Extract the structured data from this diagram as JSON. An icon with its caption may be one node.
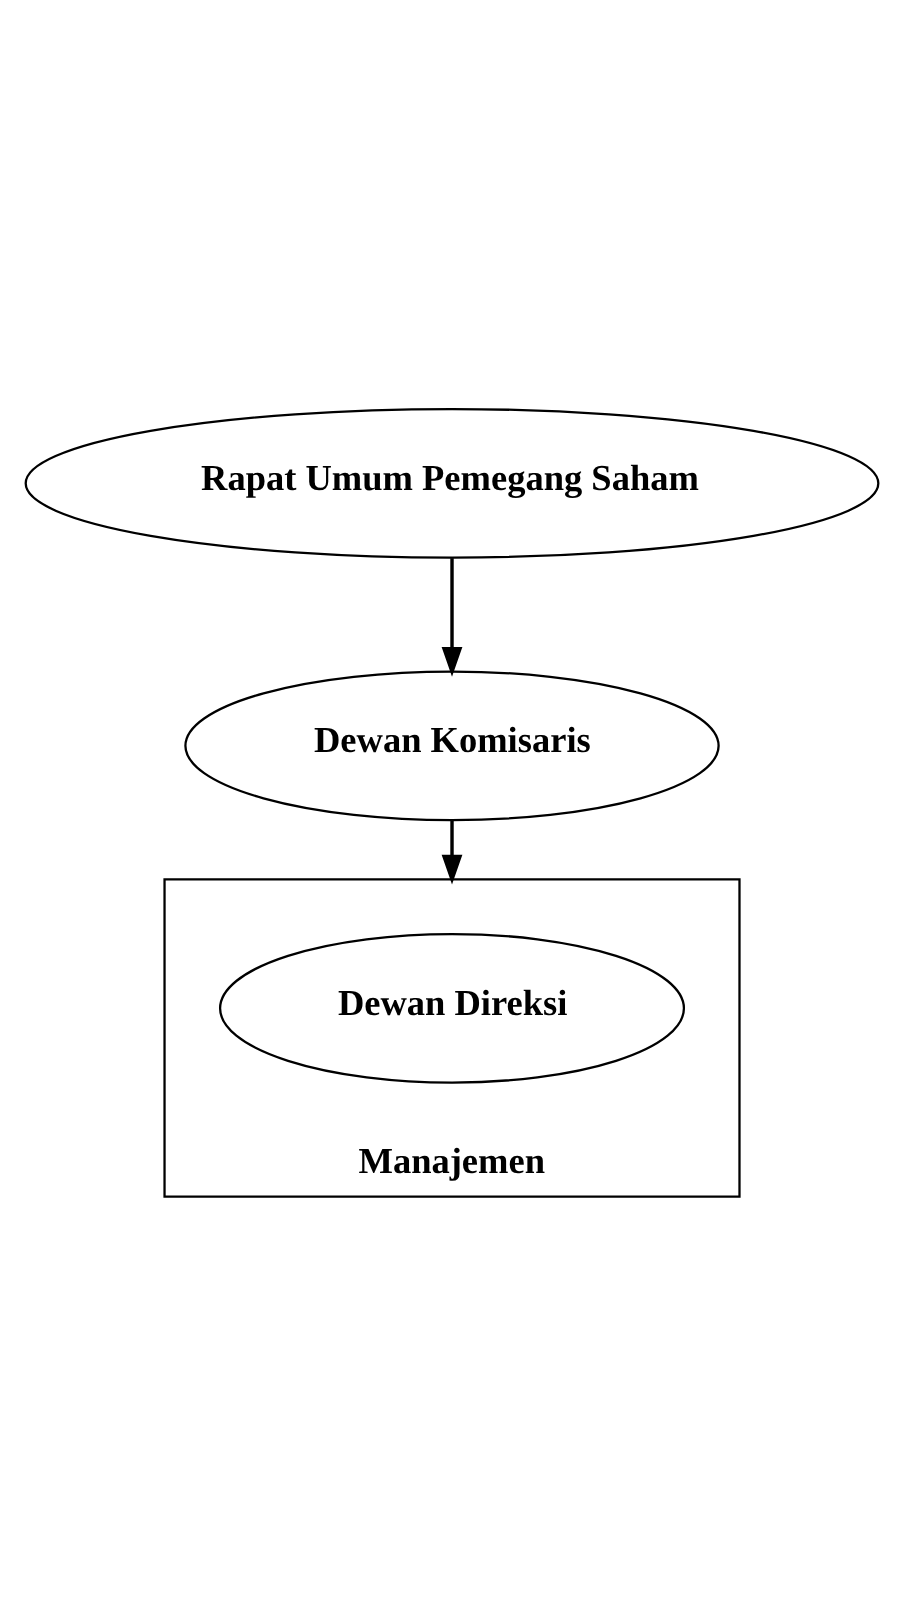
{
  "diagram": {
    "nodes": [
      {
        "text": [
          "Rapat Umum Pemegang Saham"
        ]
      },
      {
        "text": [
          "Dewan Komisaris"
        ]
      },
      {
        "text": [
          "Manajemen"
        ]
      },
      {
        "text": [
          "Dewan Direksi"
        ],
        "in": 2
      }
    ],
    "edges": [
      {
        "from": 0,
        "to": 1,
        "arrow": "to"
      },
      {
        "from": 1,
        "to": 2,
        "arrow": "to"
      }
    ]
  }
}
